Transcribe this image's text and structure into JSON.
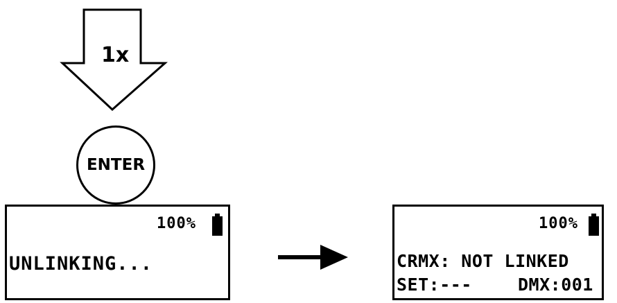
{
  "press": {
    "count_label": "1x"
  },
  "button": {
    "label": "ENTER"
  },
  "screen_before": {
    "battery_percent": "100%",
    "message": "UNLINKING..."
  },
  "screen_after": {
    "battery_percent": "100%",
    "status_line": "CRMX: NOT LINKED",
    "set_label": "SET:---",
    "dmx_label": "DMX:001"
  },
  "icons": [
    "down-arrow-icon",
    "battery-icon",
    "right-arrow-icon"
  ],
  "colors": {
    "ink": "#000000",
    "background": "#ffffff"
  }
}
